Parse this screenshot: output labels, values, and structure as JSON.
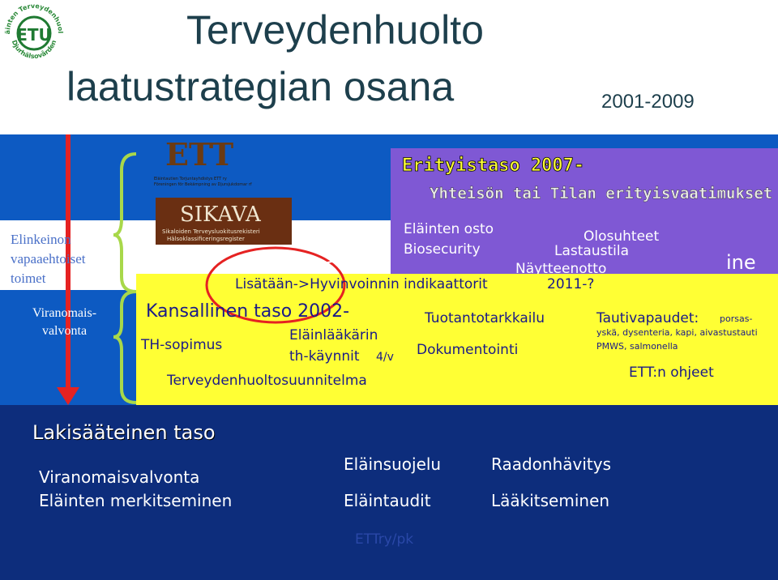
{
  "title": {
    "line1": "Terveydenhuolto",
    "line2": "laatustrategian osana",
    "years": "2001-2009"
  },
  "logo": {
    "text_top": "Eläinten Terveydenhuolto",
    "text_bottom": "Djurhälsovården",
    "letters": "ETU"
  },
  "left_labels": {
    "voluntary": [
      "Elinkeinon",
      "vapaaehtoiset",
      "toimet"
    ],
    "authority": [
      "Viranomais-",
      "valvonta"
    ]
  },
  "ett_logo": {
    "text": "ETT",
    "caption1": "Eläintautien Torjuntayhdistys ETT ry",
    "caption2": "Föreningen för Bekämpning av Djursjukdomar rf"
  },
  "sikava_logo": {
    "text": "SIKAVA",
    "caption1": "Sikaloiden Terveysluokitusrekisteri",
    "caption2": "Hälsoklassificeringsregister"
  },
  "special": {
    "heading": "Erityistaso 2007-",
    "subheading": "Yhteisön tai Tilan erityisvaatimukset",
    "items": {
      "purchase": "Eläinten osto",
      "biosecurity": "Biosecurity",
      "conditions": "Olosuhteet",
      "loading": "Lastaustila",
      "sampling": "Näytteenotto",
      "cut": "ine"
    }
  },
  "welfare": {
    "text": "Lisätään->Hyvinvoinnin indikaattorit",
    "year": "2011-?"
  },
  "national": {
    "heading": "Kansallinen taso 2002-",
    "th_agreement": "TH-sopimus",
    "vet_visit1": "Eläinlääkärin",
    "vet_visit2": "th-käynnit",
    "vet_freq": "4/v",
    "plan": "Terveydenhuoltosuunnitelma",
    "production": "Tuotantotarkkailu",
    "documentation": "Dokumentointi",
    "freedom_label": "Tautivapaudet:",
    "freedom_line1": "porsas-",
    "freedom_line2": "yskä, dysenteria, kapi, aivastustauti",
    "freedom_line3": "PMWS, salmonella",
    "instructions": "ETT:n ohjeet"
  },
  "legal": {
    "heading": "Lakisääteinen taso",
    "items": [
      "Viranomaisvalvonta",
      "Eläinten merkitseminen"
    ],
    "mid": [
      "Eläinsuojelu",
      "Eläintaudit"
    ],
    "right": [
      "Raadonhävitys",
      "Lääkitseminen"
    ]
  },
  "footer": "ETTry/pk",
  "colors": {
    "title": "#1d3f4c",
    "blue": "#0d5ac2",
    "navy": "#0d2d7c",
    "purple": "#7f58d4",
    "yellow": "#ffff34",
    "arrow": "#e52222"
  }
}
